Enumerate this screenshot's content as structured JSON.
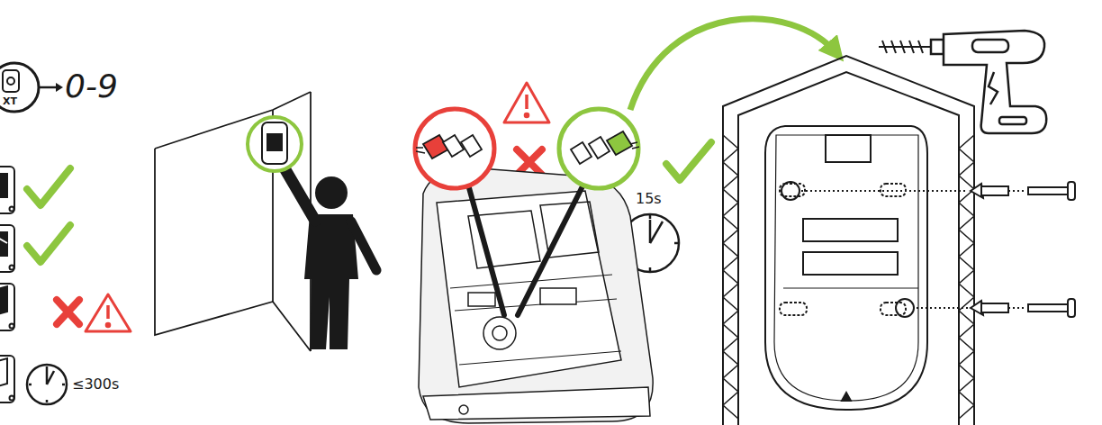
{
  "diagram": {
    "labels": [
      "0-9",
      "XT",
      "≤300s",
      "15s"
    ]
  }
}
